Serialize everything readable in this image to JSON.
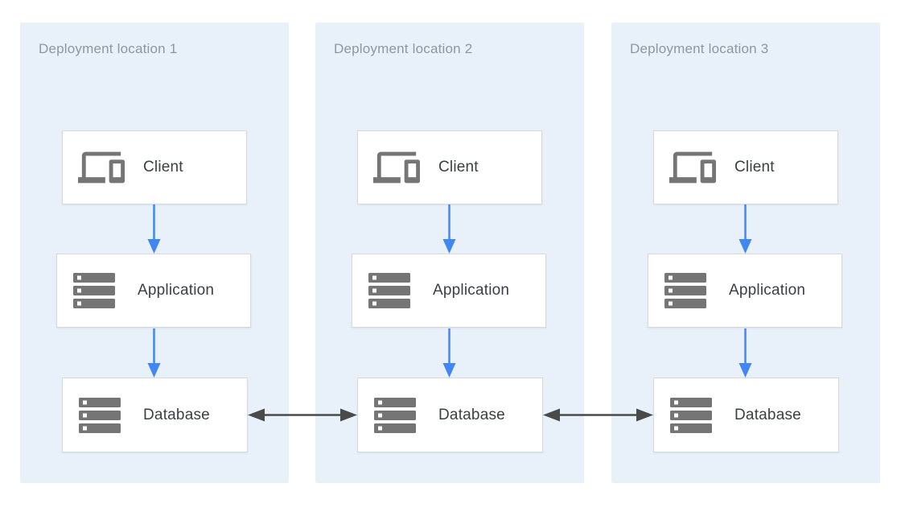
{
  "colors": {
    "page_bg": "#ffffff",
    "panel_bg": "#e8f1fa",
    "panel_title": "#8f969e",
    "box_bg": "#ffffff",
    "box_border": "#d7dadd",
    "box_label": "#3b3f43",
    "icon_gray": "#757575",
    "arrow_blue": "#4285f4",
    "arrow_dark": "#4a4a4a"
  },
  "diagram": {
    "panels": [
      {
        "title": "Deployment location 1",
        "nodes": [
          {
            "label": "Client",
            "icon": "devices-icon"
          },
          {
            "label": "Application",
            "icon": "server-stack-icon"
          },
          {
            "label": "Database",
            "icon": "server-stack-icon"
          }
        ]
      },
      {
        "title": "Deployment location 2",
        "nodes": [
          {
            "label": "Client",
            "icon": "devices-icon"
          },
          {
            "label": "Application",
            "icon": "server-stack-icon"
          },
          {
            "label": "Database",
            "icon": "server-stack-icon"
          }
        ]
      },
      {
        "title": "Deployment location 3",
        "nodes": [
          {
            "label": "Client",
            "icon": "devices-icon"
          },
          {
            "label": "Application",
            "icon": "server-stack-icon"
          },
          {
            "label": "Database",
            "icon": "server-stack-icon"
          }
        ]
      }
    ],
    "flows": [
      {
        "from": "Client",
        "to": "Application",
        "style": "blue-down-arrow",
        "panel": 1
      },
      {
        "from": "Application",
        "to": "Database",
        "style": "blue-down-arrow",
        "panel": 1
      },
      {
        "from": "Client",
        "to": "Application",
        "style": "blue-down-arrow",
        "panel": 2
      },
      {
        "from": "Application",
        "to": "Database",
        "style": "blue-down-arrow",
        "panel": 2
      },
      {
        "from": "Client",
        "to": "Application",
        "style": "blue-down-arrow",
        "panel": 3
      },
      {
        "from": "Application",
        "to": "Database",
        "style": "blue-down-arrow",
        "panel": 3
      },
      {
        "from": "Database (location 1)",
        "to": "Database (location 2)",
        "style": "dark-double-arrow"
      },
      {
        "from": "Database (location 2)",
        "to": "Database (location 3)",
        "style": "dark-double-arrow"
      }
    ]
  }
}
